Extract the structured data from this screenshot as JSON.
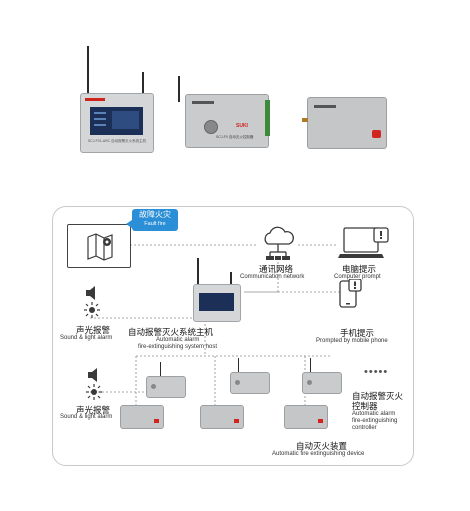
{
  "products": {
    "host_label": "SCJ-F01-ARC 自动报警灭火系统主机",
    "controller_label": "SCJ-F0 自动灭火控制器",
    "controller_badge": "SUKI",
    "colors": {
      "device_body": "#c9cbcd",
      "device_edge": "#9da0a3",
      "screen": "#1b2f57",
      "brand_red": "#d0241e"
    }
  },
  "diagram": {
    "fault_fire": {
      "cn": "故障火灾",
      "en": "Fault fire"
    },
    "network": {
      "cn": "通讯网络",
      "en": "Communication network"
    },
    "computer": {
      "cn": "电脑提示",
      "en": "Computer prompt"
    },
    "mobile": {
      "cn": "手机提示",
      "en": "Prompted by mobile phone"
    },
    "host": {
      "cn": "自动报警灭火系统主机",
      "en_line1": "Automatic alarm",
      "en_line2": "fire-extinguishing system host"
    },
    "alarm_top": {
      "cn": "声光报警",
      "en": "Sound & light alarm"
    },
    "alarm_bottom": {
      "cn": "声光报警",
      "en": "Sound & light alarm"
    },
    "controller": {
      "cn_line1": "自动报警灭火",
      "cn_line2": "控制器",
      "en_line1": "Automatic alarm",
      "en_line2": "fire-extinguishing",
      "en_line3": "controller"
    },
    "extinguisher": {
      "cn": "自动灭火装置",
      "en": "Automatic fire extinguishing device"
    },
    "more": "•••••",
    "colors": {
      "accent_blue": "#2a8fd6",
      "line": "#8a8a8a",
      "border": "#c9c9c9"
    }
  }
}
